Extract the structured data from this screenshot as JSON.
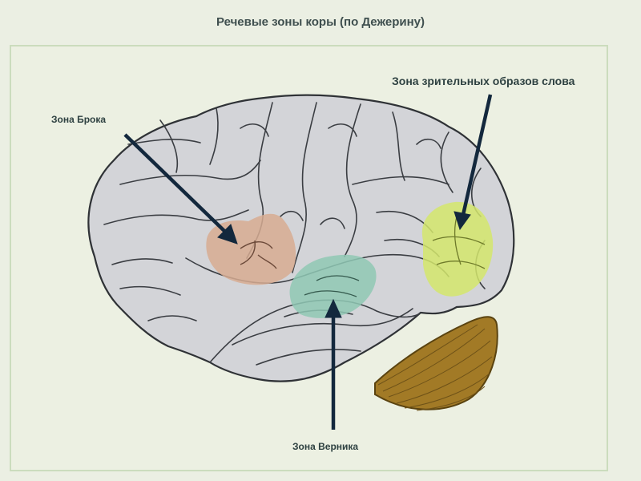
{
  "title": "Речевые зоны коры (по Дежерину)",
  "labels": {
    "broca": "Зона Брока",
    "visual": "Зона зрительных образов слова",
    "wernicke": "Зона Верника"
  },
  "colors": {
    "background": "#ebefe3",
    "panel_border": "#cbdcbd",
    "brain": "#d3d4d8",
    "brain_outline": "#2f3236",
    "cerebellum": "#a27a26",
    "broca_zone": "#d7ab92",
    "wernicke_zone": "#8fc8b4",
    "visual_zone": "#d4e66c",
    "arrow": "#13283d"
  }
}
